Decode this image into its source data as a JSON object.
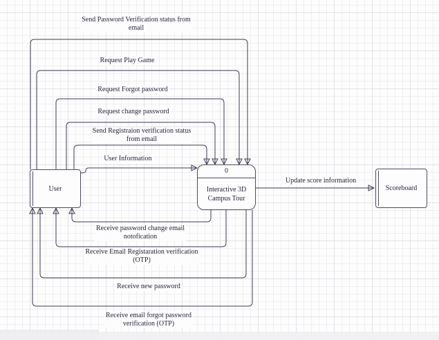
{
  "diagram_title": "User / Interactive 3D Campus Tour data flow diagram",
  "colors": {
    "stroke": "#3c3c50",
    "canvas_bg": "#fdfdfd",
    "grid_minor": "#efeff2",
    "grid_major": "#e2e2e6"
  },
  "entities": {
    "user": {
      "label": "User"
    },
    "process": {
      "number": "0",
      "name_lines": [
        "Interactive 3D",
        "Campus Tour"
      ]
    },
    "scoreboard": {
      "label": "Scoreboard"
    }
  },
  "flows": {
    "send_pw_verification_status": {
      "lines": [
        "Send Password Verification status from",
        "email"
      ],
      "direction": "user-to-process"
    },
    "request_play_game": {
      "lines": [
        "Request Play Game"
      ],
      "direction": "user-to-process"
    },
    "request_forgot_password": {
      "lines": [
        "Request Forgot password"
      ],
      "direction": "user-to-process"
    },
    "request_change_password": {
      "lines": [
        "Request change password"
      ],
      "direction": "user-to-process"
    },
    "send_registration_verification_status": {
      "lines": [
        "Send Registraion verification status",
        "from email"
      ],
      "direction": "user-to-process"
    },
    "user_information": {
      "lines": [
        "User Information"
      ],
      "direction": "user-to-process"
    },
    "update_score_information": {
      "lines": [
        "Update score information"
      ],
      "direction": "process-to-scoreboard"
    },
    "receive_password_change_notification": {
      "lines": [
        "Receive password change email",
        "notofication"
      ],
      "direction": "process-to-user"
    },
    "receive_email_registration_verification": {
      "lines": [
        "Receive Email  Registaration verification",
        "(OTP)"
      ],
      "direction": "process-to-user"
    },
    "receive_new_password": {
      "lines": [
        "Receive new password"
      ],
      "direction": "process-to-user"
    },
    "receive_email_forgot_password": {
      "lines": [
        "Receive email forgot password",
        "verification (OTP)"
      ],
      "direction": "process-to-user"
    }
  }
}
